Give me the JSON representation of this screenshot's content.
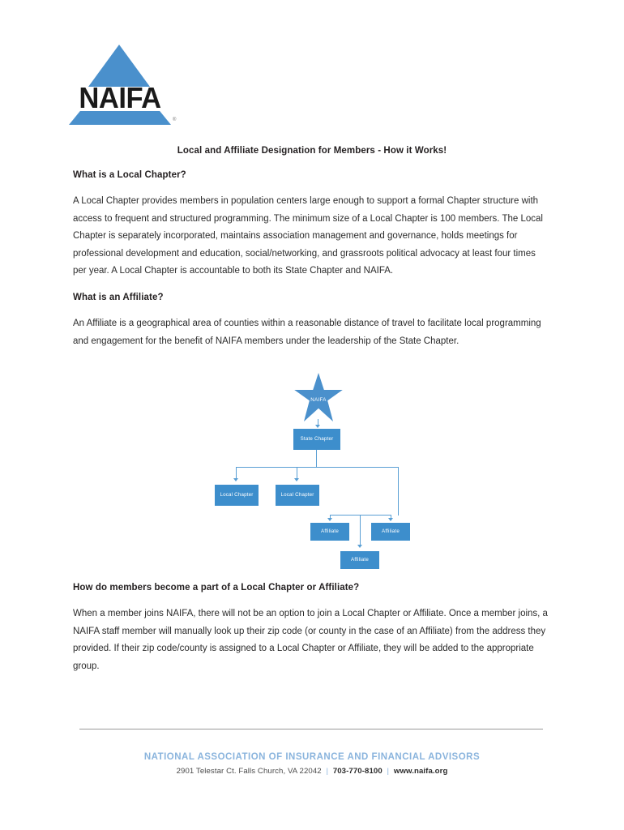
{
  "logo": {
    "wordmark": "NAIFA",
    "registered_mark": "®"
  },
  "document": {
    "title": "Local and Affiliate Designation for Members - How it Works!",
    "sections": [
      {
        "heading": "What is a Local Chapter?",
        "body": "A Local Chapter provides members in population centers large enough to support a formal Chapter structure with access to frequent and structured programming. The minimum size of a Local Chapter is 100 members. The Local Chapter is separately incorporated, maintains association management and governance, holds meetings for professional development and education, social/networking, and grassroots political advocacy at least four times per year. A Local Chapter is accountable to both its State Chapter and NAIFA."
      },
      {
        "heading": "What is an Affiliate?",
        "body": "An Affiliate is a geographical area of counties within a reasonable distance of travel to facilitate local programming and engagement for the benefit of NAIFA members under the leadership of the State Chapter."
      },
      {
        "heading": "How do members become a part of a Local Chapter or Affiliate?",
        "body": "When a member joins NAIFA, there will not be an option to join a Local Chapter or Affiliate. Once a member joins, a NAIFA staff member will manually look up their zip code (or county in the case of an Affiliate) from the address they provided. If their zip code/county is assigned to a Local Chapter or Affiliate, they will be added to the appropriate group."
      }
    ]
  },
  "org_chart": {
    "accent_color": "#3d8ecc",
    "connector_color": "#5a9fd4",
    "nodes": {
      "root": "NAIFA",
      "state": "State Chapter",
      "local_1": "Local Chapter",
      "local_2": "Local Chapter",
      "affiliate_1": "Affiliate",
      "affiliate_2": "Affiliate",
      "affiliate_3": "Affiliate"
    }
  },
  "footer": {
    "organization": "NATIONAL ASSOCIATION OF INSURANCE AND FINANCIAL ADVISORS",
    "address": "2901 Telestar Ct. Falls Church, VA 22042",
    "separator": "|",
    "phone": "703-770-8100",
    "website": "www.naifa.org",
    "org_color": "#8ab4dd"
  }
}
